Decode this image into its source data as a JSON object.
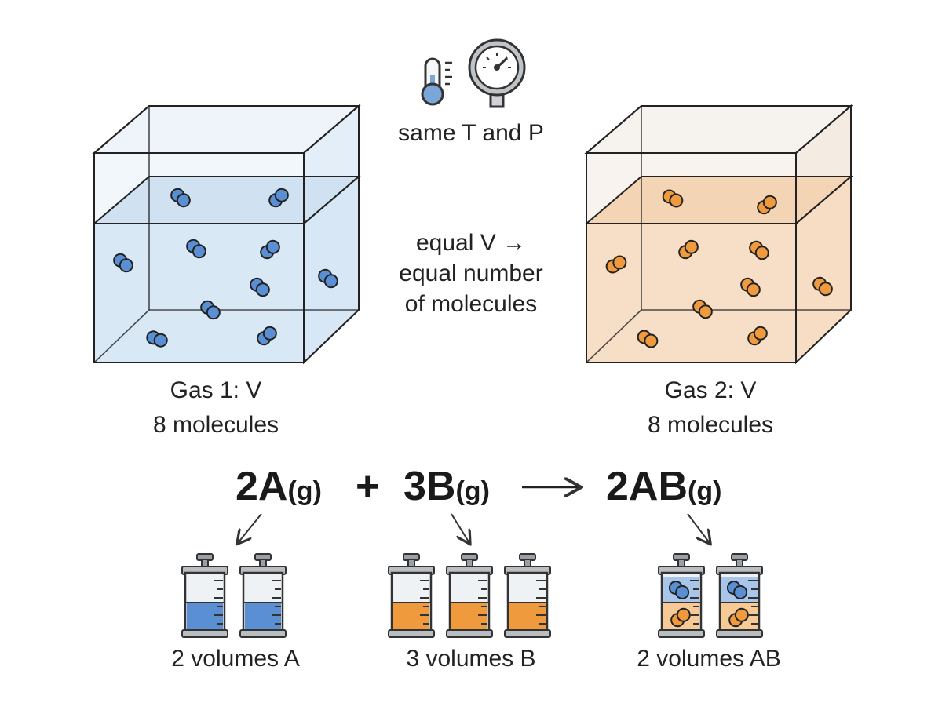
{
  "conditions": {
    "label": "same T and P",
    "icons": [
      "thermometer-icon",
      "pressure-gauge-icon"
    ]
  },
  "middle_note": {
    "line1": "equal V →",
    "line2": "equal number",
    "line3": "of molecules"
  },
  "gas1": {
    "name": "Gas 1: V",
    "count": "8 molecules",
    "molecules": 8,
    "color": "#5b8fd4",
    "fill": "#dbe8f5"
  },
  "gas2": {
    "name": "Gas 2: V",
    "count": "8 molecules",
    "molecules": 8,
    "color": "#f09a3e",
    "fill": "#f8dfc6"
  },
  "equation": {
    "term1": {
      "coef": "2A",
      "state": "(g)"
    },
    "plus": "+",
    "term2": {
      "coef": "3B",
      "state": "(g)"
    },
    "arrow": "⟶",
    "term3": {
      "coef": "2AB",
      "state": "(g)"
    }
  },
  "volumes": {
    "a": {
      "label": "2 volumes A",
      "count": 2,
      "color": "#5b8fd4"
    },
    "b": {
      "label": "3 volumes B",
      "count": 3,
      "color": "#f09a3e"
    },
    "ab": {
      "label": "2 volumes AB",
      "count": 2
    }
  }
}
